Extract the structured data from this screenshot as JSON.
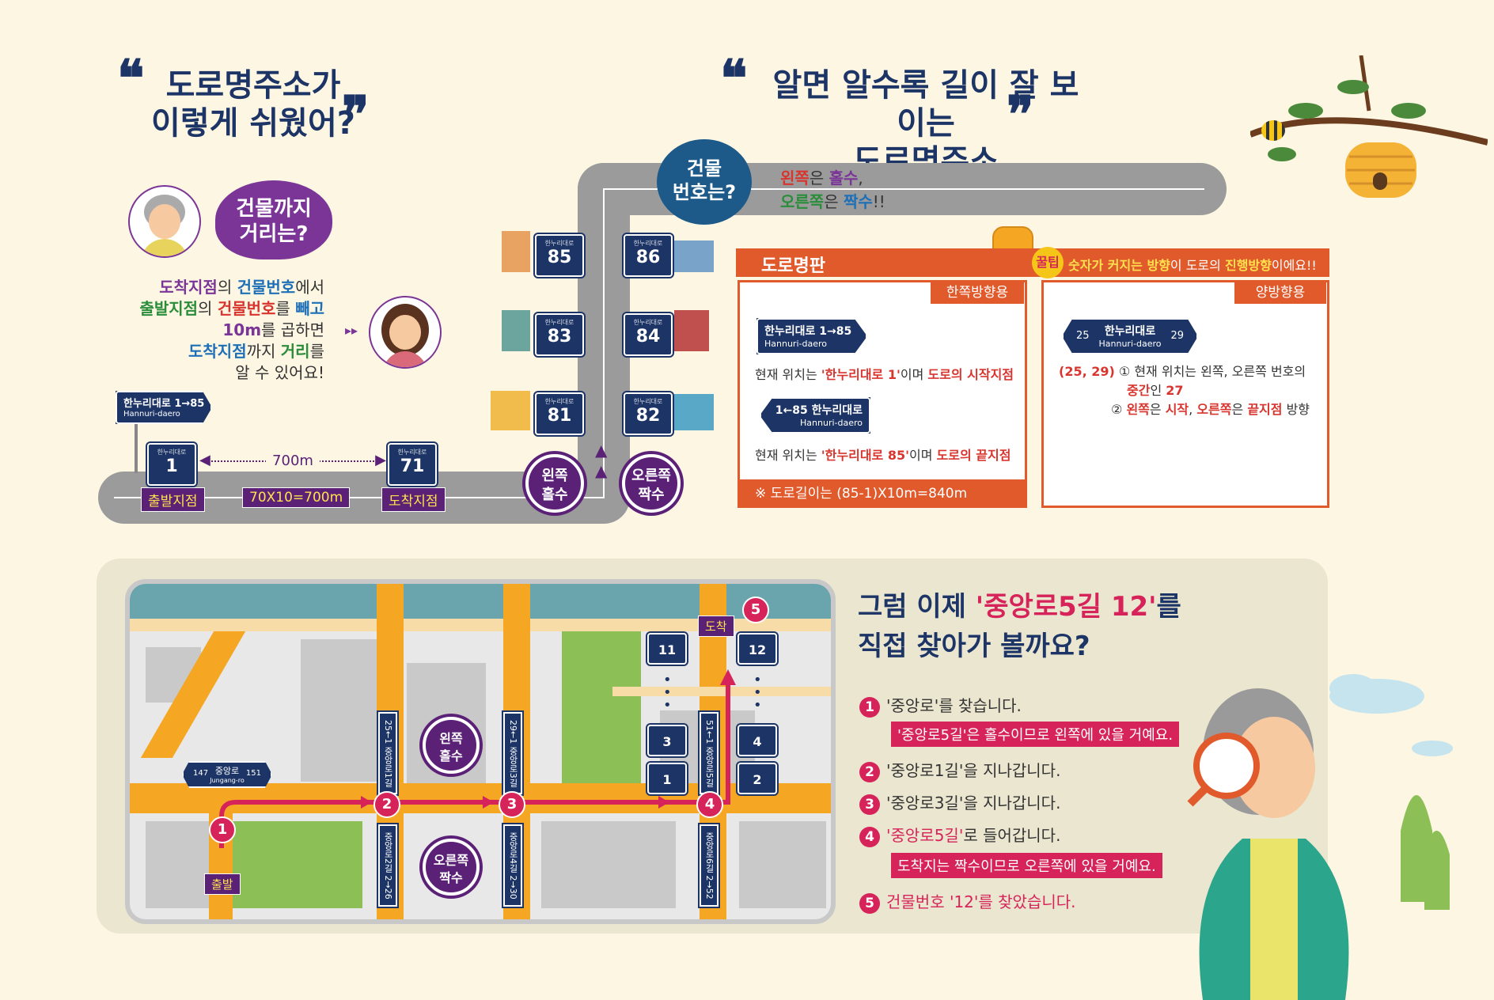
{
  "left_title": {
    "line1": "도로명주소가",
    "line2": "이렇게 쉬웠어?"
  },
  "right_title": {
    "line1": "알면 알수록 길이 잘 보이는",
    "line2": "도로명주소"
  },
  "bubble_distance": {
    "line1": "건물까지",
    "line2": "거리는?"
  },
  "explain": {
    "l1a": "도착지점",
    "l1b": "의 ",
    "l1c": "건물번호",
    "l1d": "에서",
    "l2a": "출발지점",
    "l2b": "의 ",
    "l2c": "건물번호",
    "l2d": "를 ",
    "l2e": "빼고",
    "l3a": "10m",
    "l3b": "를 곱하면",
    "l4a": "도착지점",
    "l4b": "까지 ",
    "l4c": "거리",
    "l4d": "를",
    "l5": "알 수 있어요!"
  },
  "road_sign_main": {
    "ko": "한누리대로 1→85",
    "en": "Hannuri-daero"
  },
  "street": {
    "start_num": "1",
    "end_num": "71",
    "distance": "700m",
    "start_label": "출발지점",
    "calc_label": "70X10=700m",
    "end_label": "도착지점",
    "sign_small": "한누리대로"
  },
  "building_numbers": {
    "left": [
      "85",
      "83",
      "81"
    ],
    "right": [
      "86",
      "84",
      "82"
    ]
  },
  "side_circles": {
    "left_l1": "왼쪽",
    "left_l2": "홀수",
    "right_l1": "오른쪽",
    "right_l2": "짝수"
  },
  "bubble_number": {
    "line1": "건물",
    "line2": "번호는?"
  },
  "side_text": {
    "a1": "왼쪽",
    "a2": "은 ",
    "a3": "홀수",
    "a4": ",",
    "b1": "오른쪽",
    "b2": "은 ",
    "b3": "짝수",
    "b4": "!!"
  },
  "tip": {
    "badge": "꿀팁",
    "t1": "숫자가 커지는 방향",
    "t2": "이 도로의 ",
    "t3": "진행방향",
    "t4": "이에요!!"
  },
  "sign_panel": {
    "title": "도로명판",
    "one_way_label": "한쪽방향용",
    "two_way_label": "양방향용",
    "sign1": {
      "ko": "한누리대로 1→85",
      "en": "Hannuri-daero"
    },
    "desc1": {
      "a": "현재 위치는 ",
      "b": "'한누리대로 1'",
      "c": "이며 ",
      "d": "도로의 시작지점"
    },
    "sign2": {
      "ko": "1←85 한누리대로",
      "en": "Hannuri-daero"
    },
    "desc2": {
      "a": "현재 위치는 ",
      "b": "'한누리대로 85'",
      "c": "이며 ",
      "d": "도로의 끝지점"
    },
    "footer": "※ 도로길이는 (85-1)X10m=840m",
    "sign3": {
      "left": "25",
      "ko": "한누리대로",
      "en": "Hannuri-daero",
      "right": "29"
    },
    "desc3": {
      "a": "(25, 29)",
      "b": " ① 현재 위치는  왼쪽, 오른쪽 번호의",
      "c": "중간",
      "d": "인 ",
      "e": "27"
    },
    "desc4": {
      "a": "② ",
      "b": "왼쪽",
      "c": "은 ",
      "d": "시작",
      "e": ", ",
      "f": "오른쪽",
      "g": "은 ",
      "h": "끝지점",
      "i": " 방향"
    }
  },
  "map": {
    "main_road_sign": {
      "left": "147",
      "ko": "중앙로",
      "en": "Jungang-ro",
      "right": "151"
    },
    "vsigns": [
      "25←1 중앙로1길",
      "29←1 중앙로3길",
      "51←1 중앙로5길",
      "중앙로2길 2→26",
      "중앙로4길 2→30",
      "중앙로6길 2→52"
    ],
    "circle_odd": {
      "l1": "왼쪽",
      "l2": "홀수"
    },
    "circle_even": {
      "l1": "오른쪽",
      "l2": "짝수"
    },
    "start_label": "출발",
    "arrive_label": "도착",
    "steps": [
      "1",
      "2",
      "3",
      "4",
      "5"
    ],
    "bnums_left": [
      "11",
      "3",
      "1"
    ],
    "bnums_right": [
      "12",
      "4",
      "2"
    ]
  },
  "quest": {
    "line1a": "그럼 이제 ",
    "line1b": "'중앙로5길 12'",
    "line1c": "를",
    "line2": "직접 찾아가 볼까요?"
  },
  "steps": [
    {
      "n": "1",
      "text": "'중앙로'를 찾습니다."
    },
    {
      "n": "2",
      "text": "'중앙로1길'을 지나갑니다."
    },
    {
      "n": "3",
      "text": "'중앙로3길'을 지나갑니다."
    },
    {
      "n": "4",
      "text_a": "'중앙로5길'",
      "text_b": "로 들어갑니다."
    },
    {
      "n": "5",
      "text": "건물번호 '12'를 찾았습니다."
    }
  ],
  "notes": {
    "n1": "'중앙로5길'은 홀수이므로 왼쪽에 있을 거예요.",
    "n2": "도착지는 짝수이므로 오른쪽에 있을 거예요."
  }
}
